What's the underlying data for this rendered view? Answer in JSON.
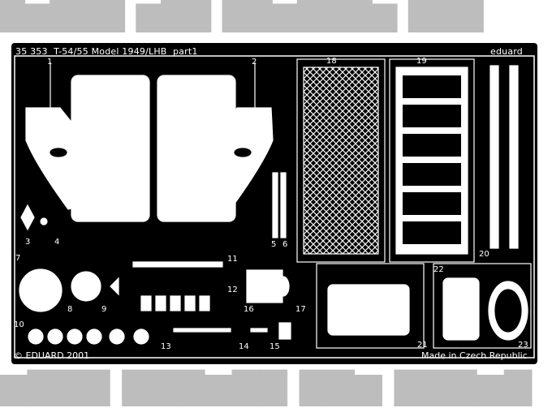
{
  "sheet": {
    "code": "35 353",
    "title": "T-54/55 Model 1949/LHB",
    "part": "part1",
    "brand": "eduard",
    "copyright": "© EDUARD 2001",
    "made_in": "Made in Czech Republic"
  },
  "part_numbers": [
    "1",
    "2",
    "3",
    "4",
    "5",
    "6",
    "7",
    "8",
    "9",
    "10",
    "11",
    "12",
    "13",
    "14",
    "15",
    "16",
    "17",
    "18",
    "19",
    "20",
    "21",
    "22",
    "23"
  ],
  "colors": {
    "fret": "#000000",
    "metal": "#ffffff",
    "background": "#ffffff",
    "ghost_text": "#bdbdbd"
  }
}
